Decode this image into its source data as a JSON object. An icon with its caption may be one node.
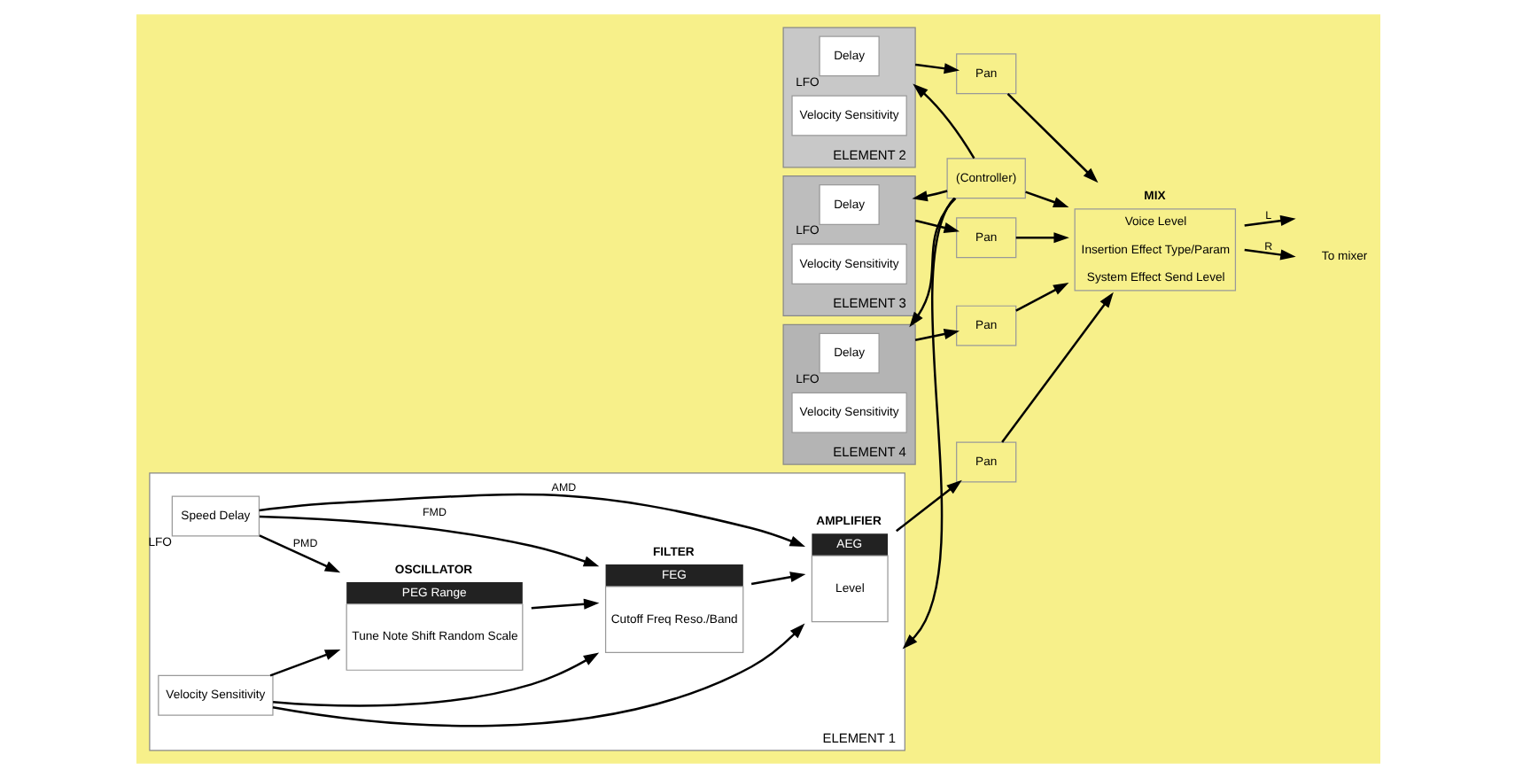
{
  "diagram": {
    "nodes": [
      {
        "text": [
          "ELEMENT 1"
        ]
      },
      {
        "text": [
          "OSCILLATOR",
          "PEG Range",
          "Tune Note Shift Random Scale"
        ],
        "in": 0
      },
      {
        "text": [
          "FILTER",
          "FEG",
          "Cutoff Freq Reso./Band"
        ],
        "in": 0
      },
      {
        "text": [
          "AMPLIFIER",
          "AEG",
          "Level"
        ],
        "in": 0
      },
      {
        "text": [
          "Speed Delay"
        ],
        "beside": [
          "LFO"
        ],
        "in": 0
      },
      {
        "text": [
          "Velocity Sensitivity"
        ],
        "in": 0
      },
      {
        "text": [
          "ELEMENT 2"
        ]
      },
      {
        "text": [
          "Delay"
        ],
        "beside": [
          "LFO"
        ],
        "in": 6
      },
      {
        "text": [
          "Velocity Sensitivity"
        ],
        "in": 6
      },
      {
        "text": [
          "ELEMENT 3"
        ]
      },
      {
        "text": [
          "Delay"
        ],
        "beside": [
          "LFO"
        ],
        "in": 9
      },
      {
        "text": [
          "Velocity Sensitivity"
        ],
        "in": 9
      },
      {
        "text": [
          "ELEMENT 4"
        ]
      },
      {
        "text": [
          "Delay"
        ],
        "beside": [
          "LFO"
        ],
        "in": 12
      },
      {
        "text": [
          "Velocity Sensitivity"
        ],
        "in": 12
      },
      {
        "text": [
          "Pan"
        ]
      },
      {
        "text": [
          "Pan"
        ]
      },
      {
        "text": [
          "Pan"
        ]
      },
      {
        "text": [
          "Pan"
        ]
      },
      {
        "text": [
          "MIX",
          "Voice Level",
          "Insertion Effect Type/Param",
          "System Effect Send Level"
        ]
      },
      {
        "text": [
          "(Controller)"
        ]
      }
    ],
    "edges": [
      {
        "from": 1,
        "to": 2,
        "arrow": "to"
      },
      {
        "from": 2,
        "to": 3,
        "arrow": "to"
      },
      {
        "from": 4,
        "to": 1,
        "arrow": "to",
        "label": "PMD"
      },
      {
        "from": 4,
        "to": 2,
        "arrow": "to",
        "label": "FMD"
      },
      {
        "from": 4,
        "to": 3,
        "arrow": "to",
        "label": "AMD"
      },
      {
        "from": 5,
        "to": 1,
        "arrow": "to"
      },
      {
        "from": 5,
        "to": 2,
        "arrow": "to"
      },
      {
        "from": 5,
        "to": 3,
        "arrow": "to"
      },
      {
        "from": 3,
        "to": 15,
        "arrow": "to"
      },
      {
        "from": 6,
        "to": 16,
        "arrow": "to"
      },
      {
        "from": 9,
        "to": 17,
        "arrow": "to"
      },
      {
        "from": 12,
        "to": 18,
        "arrow": "to"
      },
      {
        "from": 15,
        "to": 19,
        "arrow": "to"
      },
      {
        "from": 16,
        "to": 19,
        "arrow": "to"
      },
      {
        "from": 17,
        "to": 19,
        "arrow": "to"
      },
      {
        "from": 18,
        "to": 19,
        "arrow": "to"
      },
      {
        "from": 19,
        "to": null,
        "arrow": "to",
        "label": "L"
      },
      {
        "from": 19,
        "to": null,
        "arrow": "to",
        "label": "R"
      },
      {
        "from": 20,
        "to": 19,
        "arrow": "to"
      },
      {
        "from": 20,
        "to": 0,
        "arrow": "to"
      },
      {
        "from": 20,
        "to": 6,
        "arrow": "to"
      },
      {
        "from": 20,
        "to": 9,
        "arrow": "to"
      },
      {
        "from": 20,
        "to": 12,
        "arrow": "to"
      }
    ],
    "labels": [
      "To mixer"
    ]
  }
}
